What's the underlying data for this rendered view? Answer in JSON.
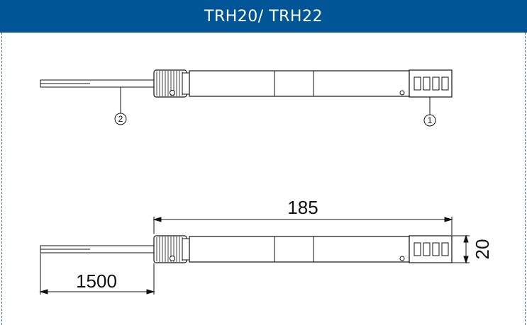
{
  "header": {
    "title": "TRH20/ TRH22",
    "background": "#005597"
  },
  "top_view": {
    "callout_1": "1",
    "callout_2": "2"
  },
  "dimension_view": {
    "length_label": "185",
    "cable_label": "1500",
    "diameter_label": "20"
  }
}
